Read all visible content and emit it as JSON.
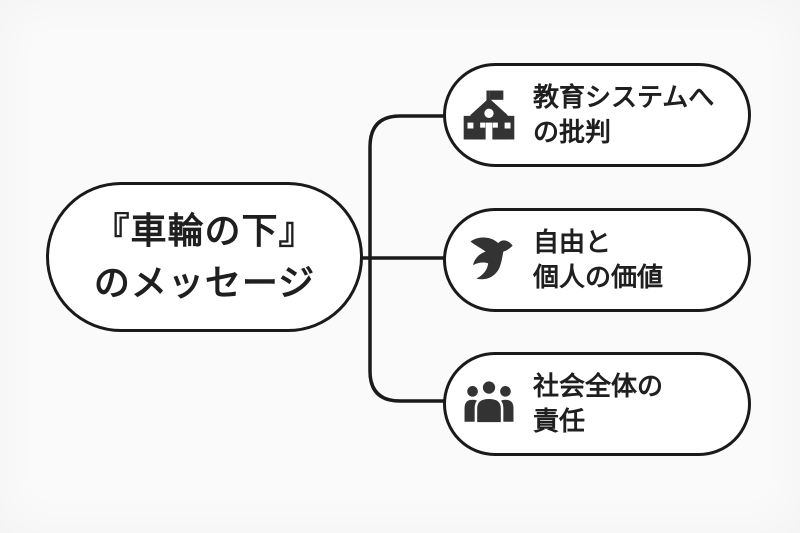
{
  "diagram": {
    "type": "mindmap",
    "orientation": "root-left-branches-right"
  },
  "colors": {
    "background": "#fafafa",
    "node_fill": "#ffffff",
    "stroke": "#1a1a1a",
    "text": "#1f1f1f",
    "icon": "#333333"
  },
  "root": {
    "line1": "『車輪の下』",
    "line2": "のメッセージ"
  },
  "branches": [
    {
      "id": "education-criticism",
      "icon": "school-icon",
      "line1": "教育システムへ",
      "line2": "の批判"
    },
    {
      "id": "freedom-value",
      "icon": "dove-icon",
      "line1": "自由と",
      "line2": "個人の価値"
    },
    {
      "id": "society-duty",
      "icon": "people-group-icon",
      "line1": "社会全体の",
      "line2": "責任"
    }
  ]
}
